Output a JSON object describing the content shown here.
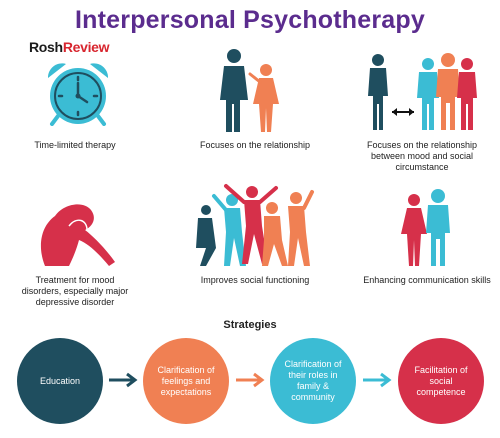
{
  "title": "Interpersonal Psychotherapy",
  "logo": {
    "part1": "Rosh",
    "part2": "Review"
  },
  "items": [
    {
      "label": "Time-limited therapy",
      "icon": "alarm-clock-icon"
    },
    {
      "label": "Focuses on the relationship",
      "icon": "two-people-talking-icon"
    },
    {
      "label": "Focuses on the relationship between mood and social circumstance",
      "icon": "person-and-group-icon"
    },
    {
      "label": "Treatment for mood disorders, especially major depressive disorder",
      "icon": "sad-person-icon"
    },
    {
      "label": "Improves social functioning",
      "icon": "dancing-group-icon"
    },
    {
      "label": "Enhancing communication skills",
      "icon": "couple-icon"
    }
  ],
  "strategies": {
    "title": "Strategies",
    "steps": [
      {
        "label": "Education",
        "color": "#1f4e5f"
      },
      {
        "label": "Clarification of feelings and expectations",
        "color": "#f08053"
      },
      {
        "label": "Clarification of their roles in family & community",
        "color": "#3bbcd4"
      },
      {
        "label": "Facilitation of social competence",
        "color": "#d6304a"
      }
    ]
  },
  "colors": {
    "title": "#5b2c8e",
    "teal": "#3bbcd4",
    "navy": "#1f4e5f",
    "orange": "#f08053",
    "red": "#d6304a"
  }
}
